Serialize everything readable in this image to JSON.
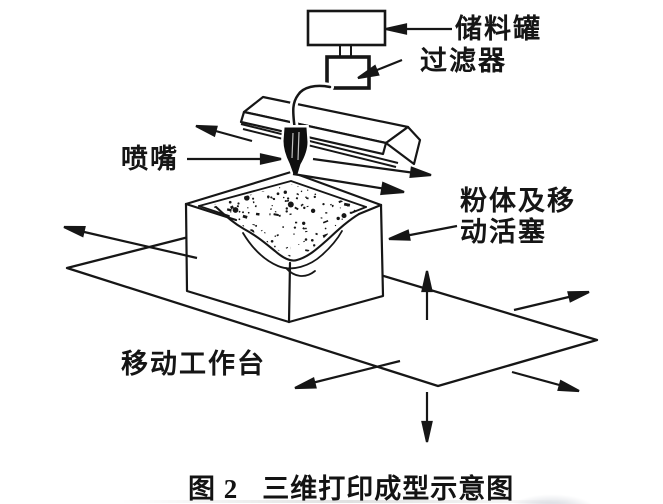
{
  "figure": {
    "labels": {
      "tank": "储料罐",
      "filter": "过滤器",
      "nozzle": "喷嘴",
      "powder_piston_line1": "粉体及移",
      "powder_piston_line2": "动活塞",
      "worktable": "移动工作台"
    },
    "caption": {
      "prefix": "图 2",
      "title": "三维打印成型示意图"
    },
    "colors": {
      "ink": "#161616",
      "paper": "#ffffff"
    }
  }
}
